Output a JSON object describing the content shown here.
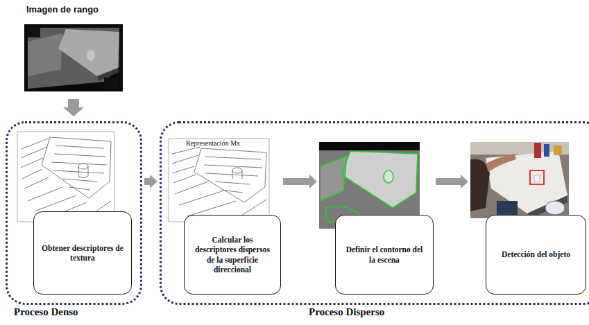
{
  "diagram": {
    "nodes": [
      {
        "text": [
          "Proceso Denso"
        ]
      },
      {
        "text": [
          "Obtener descriptores de textura"
        ],
        "in": 0
      },
      {
        "text": [
          "Proceso Disperso"
        ]
      },
      {
        "text": [
          "Calcular los descriptores dispersos de la superficie direccional"
        ],
        "in": 2
      },
      {
        "text": [
          "Definir el contorno del la escena"
        ],
        "in": 2
      },
      {
        "text": [
          "Detección del objeto"
        ],
        "in": 2
      }
    ],
    "edges": [
      {
        "from": 0,
        "to": 2,
        "arrow": "to"
      },
      {
        "from": 3,
        "to": 4,
        "arrow": "to"
      },
      {
        "from": 4,
        "to": 5,
        "arrow": "to"
      }
    ],
    "labels": [
      "Imagen de rango",
      "Representación Mx"
    ]
  }
}
